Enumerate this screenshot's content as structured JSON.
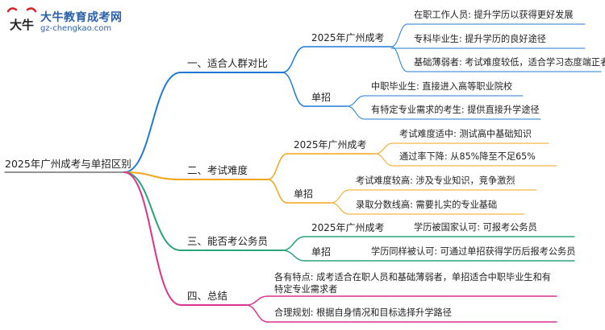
{
  "logo": {
    "title": "大牛教育成考网",
    "url": "gz-chengkao.com",
    "mark_text": "大牛",
    "accent_color": "#d6262c",
    "brand_color": "#2b5fa8"
  },
  "root": "2025年广州成考与单招区别",
  "colors": {
    "b1": "#1f7ad6",
    "b2": "#f2a51a",
    "b3": "#2aa27a",
    "b4": "#d9338d"
  },
  "branches": [
    {
      "label": "一、适合人群对比",
      "children": [
        {
          "label": "2025年广州成考",
          "leaves": [
            "在职工作人员: 提升学历以获得更好发展",
            "专科毕业生: 提升学历的良好途径",
            "基础薄弱者: 考试难度较低，适合学习态度端正者"
          ]
        },
        {
          "label": "单招",
          "leaves": [
            "中职毕业生: 直接进入高等职业院校",
            "有特定专业需求的考生: 提供直接升学途径"
          ]
        }
      ]
    },
    {
      "label": "二、考试难度",
      "children": [
        {
          "label": "2025年广州成考",
          "leaves": [
            "考试难度适中: 测试高中基础知识",
            "通过率下降: 从85%降至不足65%"
          ]
        },
        {
          "label": "单招",
          "leaves": [
            "考试难度较高: 涉及专业知识，竞争激烈",
            "录取分数线高: 需要扎实的专业基础"
          ]
        }
      ]
    },
    {
      "label": "三、能否考公务员",
      "children": [
        {
          "label": "2025年广州成考",
          "leaves": [
            "学历被国家认可: 可报考公务员"
          ]
        },
        {
          "label": "单招",
          "leaves": [
            "学历同样被认可: 可通过单招获得学历后报考公务员"
          ]
        }
      ]
    },
    {
      "label": "四、总结",
      "children": [],
      "leaves": [
        "各有特点: 成考适合在职人员和基础薄弱者，单招适合中职毕业生和有特定专业需求者",
        "合理规划: 根据自身情况和目标选择升学路径"
      ]
    }
  ]
}
